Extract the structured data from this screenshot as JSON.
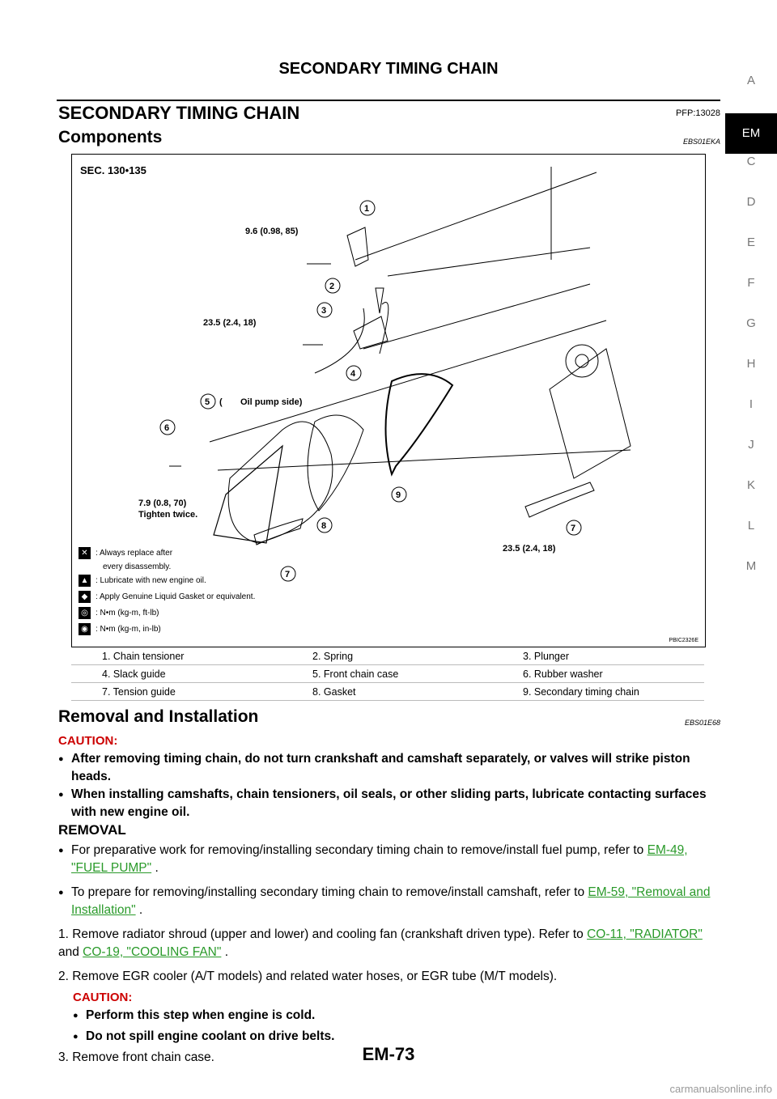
{
  "header": {
    "title": "SECONDARY TIMING CHAIN"
  },
  "section": {
    "title": "SECONDARY TIMING CHAIN",
    "code": "PFP:13028"
  },
  "components": {
    "title": "Components",
    "code": "EBS01EKA"
  },
  "side_index": [
    "A",
    "EM",
    "C",
    "D",
    "E",
    "F",
    "G",
    "H",
    "I",
    "J",
    "K",
    "L",
    "M"
  ],
  "figure": {
    "sec": "SEC. 130•135",
    "code": "PBIC2326E",
    "callouts": {
      "t1": "9.6 (0.98, 85)",
      "t2": "23.5 (2.4, 18)",
      "t3": "Oil pump side)",
      "t3_open": "(",
      "t4": "7.9 (0.8, 70)",
      "t4b": "Tighten twice.",
      "t5": "23.5 (2.4, 18)"
    },
    "numbers": [
      "1",
      "2",
      "3",
      "4",
      "5",
      "6",
      "7",
      "7",
      "8",
      "9"
    ],
    "legend": [
      {
        "icon": "✕",
        "text": ": Always replace after"
      },
      {
        "icon": "",
        "text": "every disassembly."
      },
      {
        "icon": "▲",
        "text": ": Lubricate with new engine oil."
      },
      {
        "icon": "◆",
        "text": ": Apply Genuine Liquid Gasket or equivalent."
      },
      {
        "icon": "◎",
        "text": ": N•m (kg-m, ft-lb)"
      },
      {
        "icon": "◉",
        "text": ": N•m (kg-m, in-lb)"
      }
    ]
  },
  "parts": [
    [
      "1. Chain tensioner",
      "2. Spring",
      "3. Plunger"
    ],
    [
      "4. Slack guide",
      "5. Front chain case",
      "6. Rubber washer"
    ],
    [
      "7. Tension guide",
      "8. Gasket",
      "9. Secondary timing chain"
    ]
  ],
  "removal_install": {
    "title": "Removal and Installation",
    "code": "EBS01E68"
  },
  "caution1": {
    "label": "CAUTION:",
    "items": [
      "After removing timing chain, do not turn crankshaft and camshaft separately, or valves will strike piston heads.",
      "When installing camshafts, chain tensioners, oil seals, or other sliding parts, lubricate contacting surfaces with new engine oil."
    ]
  },
  "removal": {
    "title": "REMOVAL",
    "b1_text": "For preparative work for removing/installing secondary timing chain to remove/install fuel pump, refer to",
    "b1_link": "EM-49, \"FUEL PUMP\"",
    "b1_end": " .",
    "b2_text": "To prepare for removing/installing secondary timing chain to remove/install camshaft, refer to",
    "b2_link": "EM-59, \"Removal and Installation\"",
    "b2_end": " .",
    "s1_text": "1. Remove radiator shroud (upper and lower) and cooling fan (crankshaft driven type). Refer to",
    "s1_link1": "CO-11, \"RADIATOR\"",
    "s1_and": " and ",
    "s1_link2": "CO-19, \"COOLING FAN\"",
    "s1_end": " .",
    "s2": "2. Remove EGR cooler (A/T models) and related water hoses, or EGR tube (M/T models).",
    "caution2_label": "CAUTION:",
    "caution2_items": [
      "Perform this step when engine is cold.",
      "Do not spill engine coolant on drive belts."
    ],
    "s3": "3. Remove front chain case."
  },
  "page_number": "EM-73",
  "watermark": "carmanualsonline.info"
}
